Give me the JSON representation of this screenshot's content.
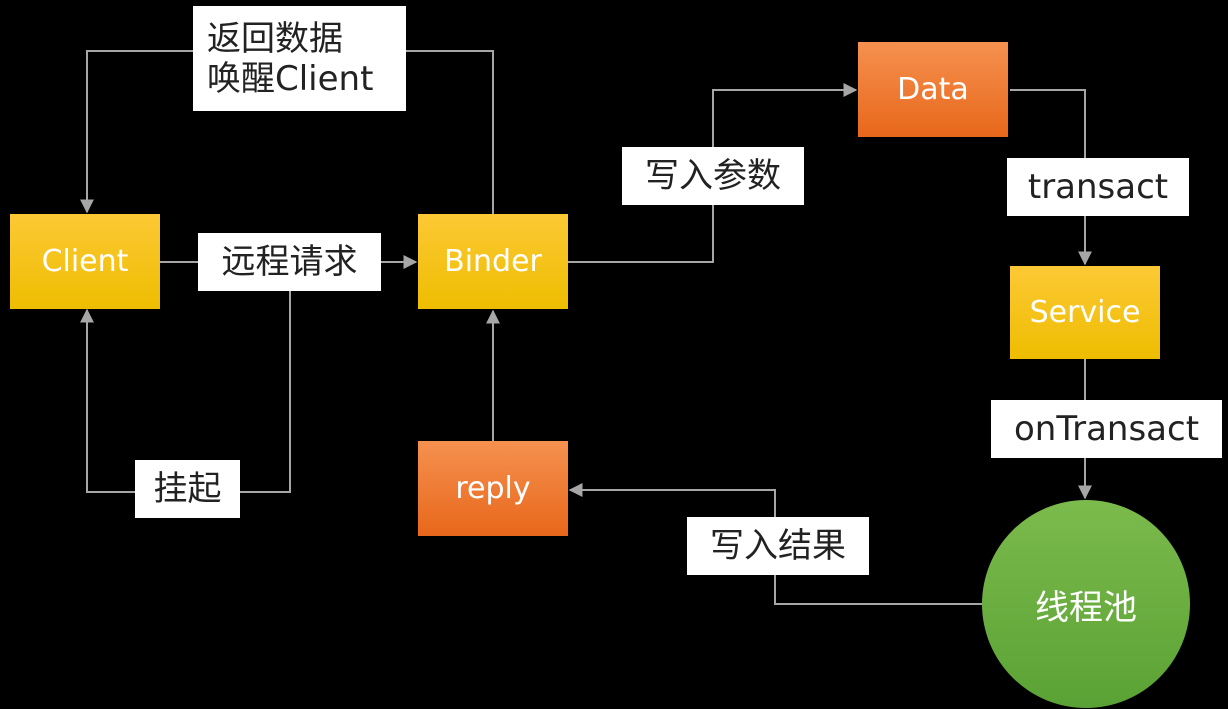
{
  "nodes": {
    "client": "Client",
    "binder": "Binder",
    "data": "Data",
    "service": "Service",
    "reply": "reply",
    "thread_pool": "线程池"
  },
  "labels": {
    "return_line1": "返回数据",
    "return_line2": "唤醒Client",
    "remote_request": "远程请求",
    "write_params": "写入参数",
    "transact": "transact",
    "on_transact": "onTransact",
    "suspend": "挂起",
    "write_result": "写入结果"
  },
  "colors": {
    "background": "#000000",
    "yellow": "#f5c21b",
    "orange": "#ef7a2f",
    "green": "#6aad3f",
    "connector": "#a6a6a6"
  }
}
